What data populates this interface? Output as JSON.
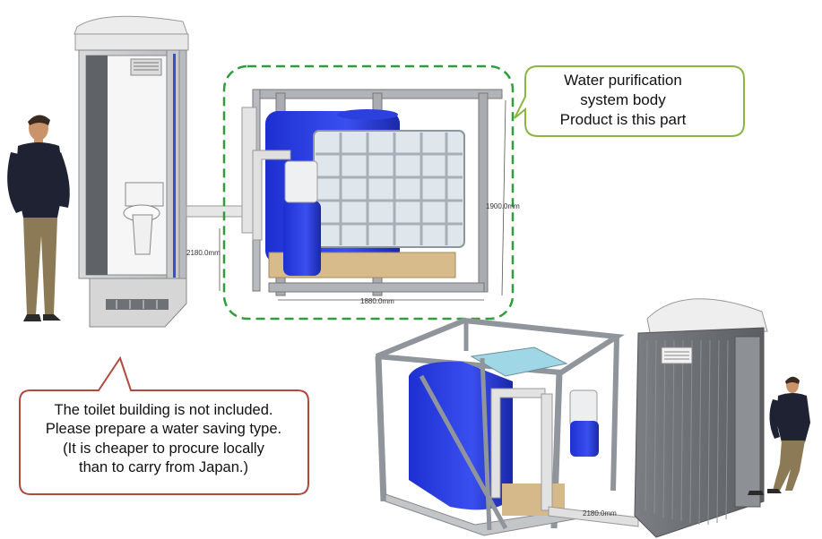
{
  "callouts": {
    "purification": {
      "line1": "Water purification",
      "line2": "system body",
      "line3": "Product is this part",
      "border_color": "#8db542"
    },
    "toilet": {
      "line1": "The toilet building is not included.",
      "line2": "Please prepare a water saving type.",
      "line3": "(It is cheaper to procure locally",
      "line4": "than to carry from Japan.)",
      "border_color": "#b5483d"
    }
  },
  "dimensions": {
    "height_right": "1900.0mm",
    "height_left": "2180.0mm",
    "width_bottom": "1880.0mm",
    "lower_label": "2180.0mm"
  },
  "colors": {
    "highlight_dash": "#2e9e3a",
    "tank_blue": "#2a3fd6",
    "frame_grey": "#9aa0a6"
  }
}
